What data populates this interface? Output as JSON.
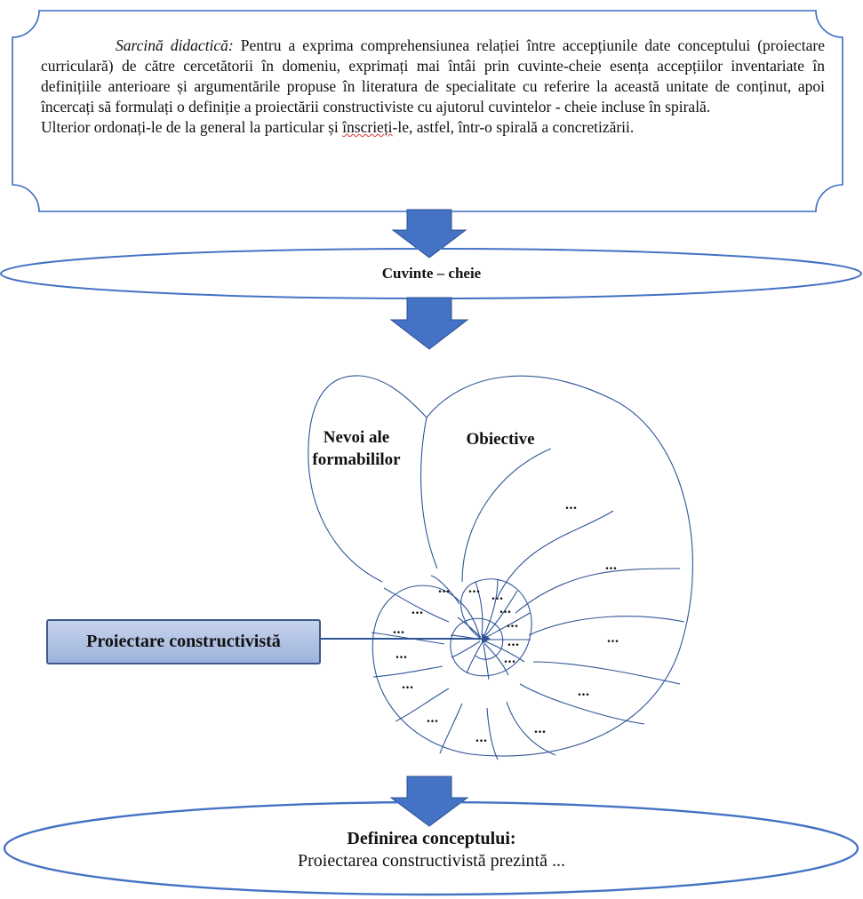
{
  "task": {
    "label": "Sarcină didactică:",
    "text_lines": [
      "Pentru a exprima comprehensiunea relației între accepțiunile date conceptului (proiectare curriculară) de către cercetătorii în domeniu, exprimați mai întâi prin cuvinte-cheie esența accepțiilor inventariate în definițiile anterioare și argumentările propuse în literatura de specialitate cu referire la această unitate de conținut, apoi încercați să formulați o definiție a proiectării constructiviste cu ajutorul cuvintelor - cheie incluse în spirală."
    ],
    "last_line_before": "Ulterior ordonați-le de la general la particular și ",
    "last_line_misspelled": "înscrieți",
    "last_line_after": "-le, astfel, într-o spirală a concretizării."
  },
  "keywords_label": "Cuvinte – cheie",
  "spiral": {
    "chamber_labels": [
      "Nevoi ale formabililor",
      "Obiective"
    ],
    "placeholder": "..."
  },
  "center_box_label": "Proiectare constructivistă",
  "definition": {
    "title": "Definirea conceptului:",
    "body": "Proiectarea constructivistă prezintă ..."
  },
  "colors": {
    "outline": "#4472c4",
    "arrow_fill": "#4472c4",
    "box_fill": "#b4c6e7",
    "spiral_line": "#2f5597"
  }
}
